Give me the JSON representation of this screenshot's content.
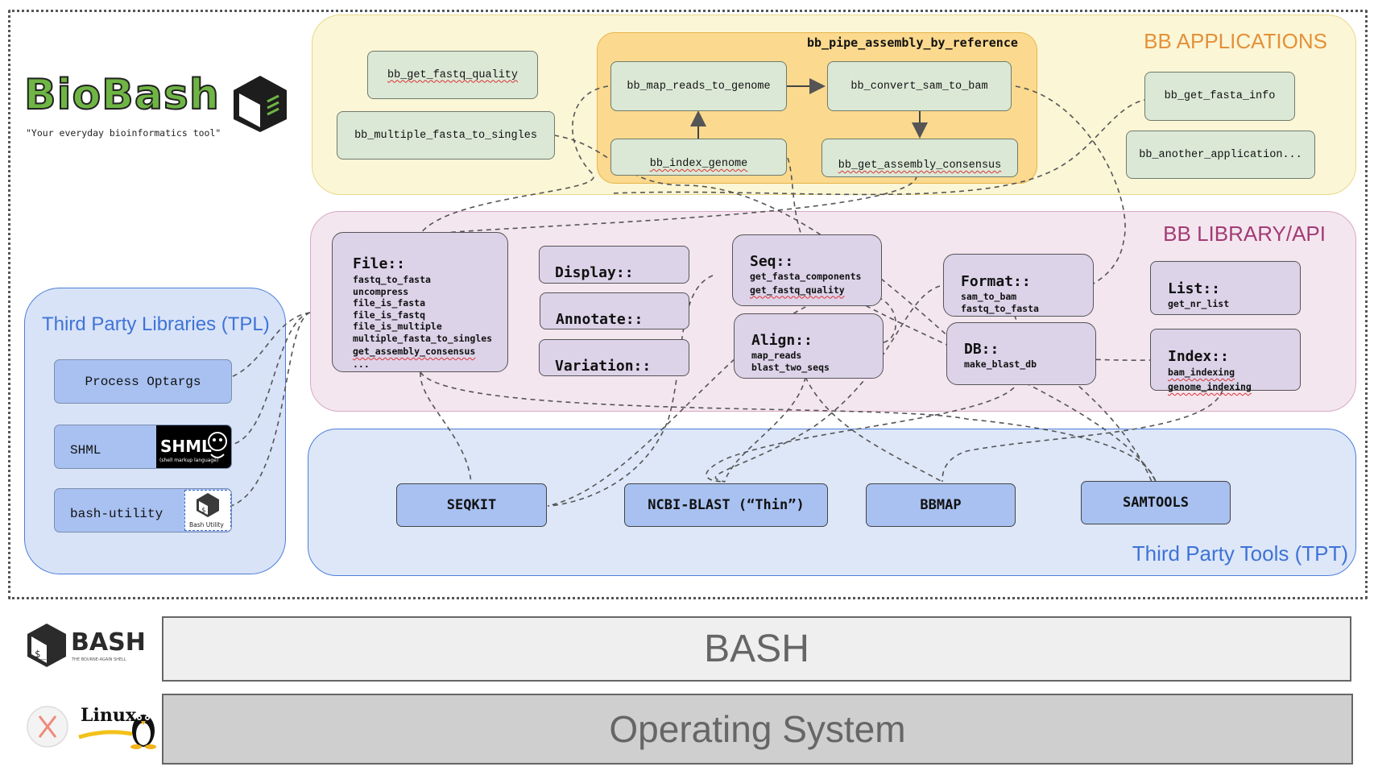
{
  "logo": {
    "name": "BioBash",
    "tagline": "\"Your everyday bioinformatics tool\""
  },
  "regions": {
    "apps_title": "BB APPLICATIONS",
    "library_title": "BB LIBRARY/API",
    "tpt_title": "Third Party Tools (TPT)",
    "tpl_title": "Third Party Libraries (TPL)",
    "pipeline_title": "bb_pipe_assembly_by_reference"
  },
  "applications": {
    "get_fastq_quality": "bb_get_fastq_quality",
    "multiple_fasta_to_singles": "bb_multiple_fasta_to_singles",
    "map_reads_to_genome": "bb_map_reads_to_genome",
    "convert_sam_to_bam": "bb_convert_sam_to_bam",
    "index_genome": "bb_index_genome",
    "get_assembly_consensus": "bb_get_assembly_consensus",
    "get_fasta_info": "bb_get_fasta_info",
    "another_application": "bb_another_application..."
  },
  "library": {
    "file": {
      "title": "File::",
      "functions": [
        "fastq_to_fasta",
        "uncompress",
        "file_is_fasta",
        "file_is_fastq",
        "file_is_multiple",
        "multiple_fasta_to_singles",
        "get_assembly_consensus",
        "..."
      ]
    },
    "display": {
      "title": "Display::"
    },
    "annotate": {
      "title": "Annotate::"
    },
    "variation": {
      "title": "Variation::"
    },
    "seq": {
      "title": "Seq::",
      "functions": [
        "get_fasta_components",
        "get_fastq_quality"
      ]
    },
    "align": {
      "title": "Align::",
      "functions": [
        "map_reads",
        "blast_two_seqs"
      ]
    },
    "format": {
      "title": "Format::",
      "functions": [
        "sam_to_bam",
        "fastq_to_fasta"
      ]
    },
    "db": {
      "title": "DB::",
      "functions": [
        "make_blast_db"
      ]
    },
    "list": {
      "title": "List::",
      "functions": [
        "get_nr_list"
      ]
    },
    "index": {
      "title": "Index::",
      "functions": [
        "bam_indexing",
        "genome_indexing"
      ]
    }
  },
  "tools": {
    "seqkit": "SEQKIT",
    "ncbi_blast": "NCBI-BLAST (“Thin”)",
    "bbmap": "BBMAP",
    "samtools": "SAMTOOLS"
  },
  "tpl": {
    "process_optargs": "Process Optargs",
    "shml": "SHML",
    "shml_logo_text": "SHML",
    "shml_logo_sub": "(shell markup language)",
    "bash_utility": "bash-utility",
    "bash_utility_logo_text": "Bash Utility"
  },
  "layers": {
    "bash": "BASH",
    "bash_logo_text": "BASH",
    "bash_logo_sub": "THE BOURNE-AGAIN SHELL",
    "os": "Operating System",
    "linux_logo_text": "Linux"
  },
  "colors": {
    "apps_bg": "#fbf6d6",
    "pipeline_bg": "#fbd98e",
    "library_bg": "#f4e6ef",
    "tools_bg": "#dde7f8",
    "app_box": "#dbe8d6",
    "lib_box": "#dcd3e9",
    "tool_box": "#a8c1f1",
    "apps_title": "#e3913a",
    "library_title": "#a23c75",
    "tpt_title": "#3f73d6"
  }
}
